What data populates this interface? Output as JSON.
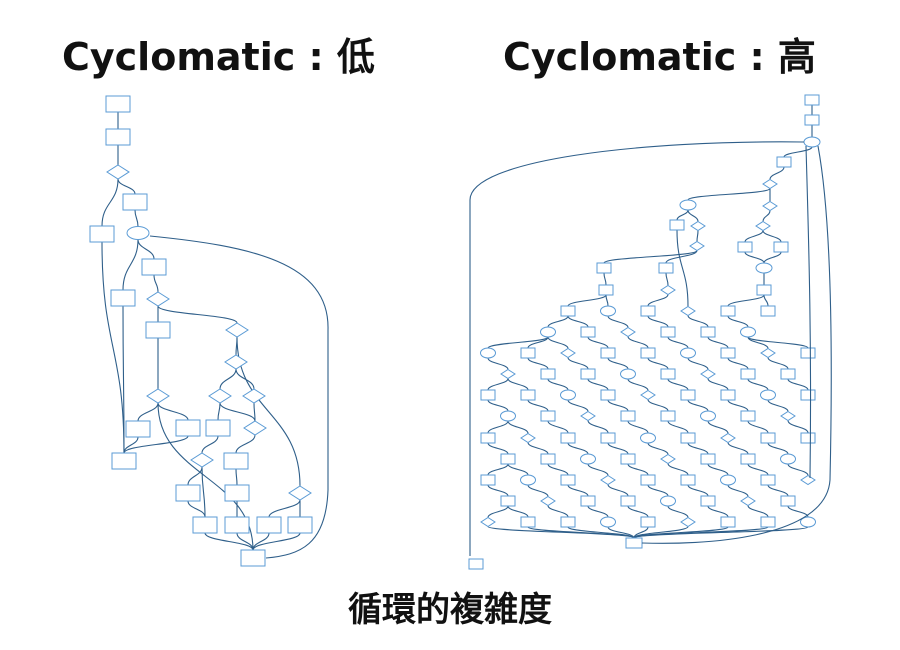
{
  "panels": {
    "low": {
      "title": "Cyclomatic : 低"
    },
    "high": {
      "title": "Cyclomatic : 高"
    }
  },
  "caption": "循環的複雑度",
  "colors": {
    "edge": "#2f5f8a",
    "node_stroke": "#5b9bd5",
    "text": "#111111"
  }
}
